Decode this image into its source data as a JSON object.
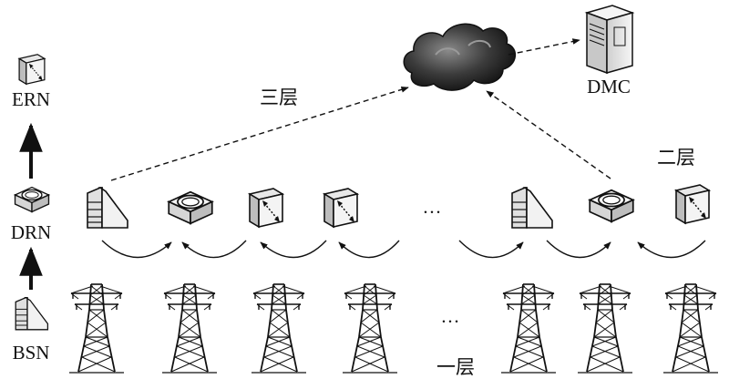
{
  "legend": {
    "ern": "ERN",
    "drn": "DRN",
    "bsn": "BSN"
  },
  "labels": {
    "layer3": "三层",
    "layer2": "二层",
    "layer1": "一层",
    "dmc": "DMC",
    "ellipsis_nodes": "…",
    "ellipsis_towers": "…"
  },
  "colors": {
    "line": "#111111",
    "device_top": "#eeeeee",
    "device_side": "#cfcfcf",
    "cloud": "#3a3a3a"
  },
  "icons": {
    "cloud": "cloud-icon",
    "server": "server-tower-icon",
    "bsn": "base-station-node-icon",
    "drn": "relay-node-icon",
    "ern": "edge-router-node-icon",
    "tower": "transmission-tower-icon"
  }
}
